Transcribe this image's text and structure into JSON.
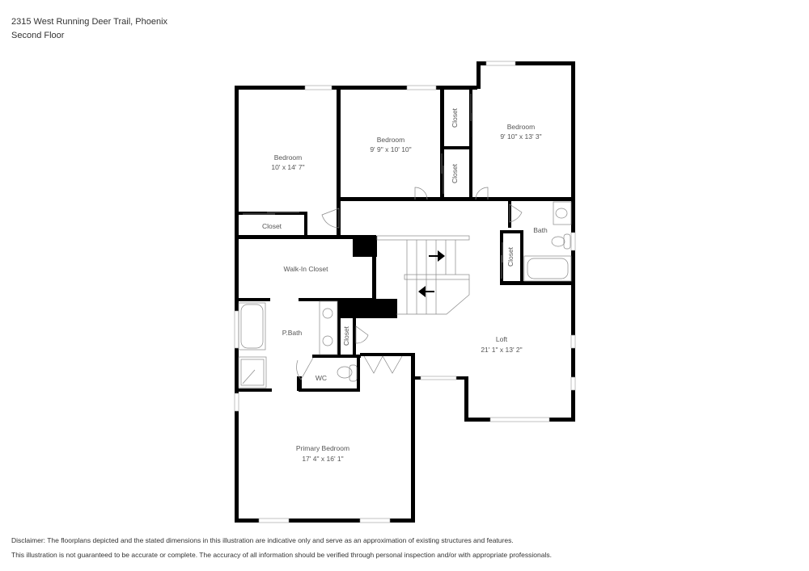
{
  "header": {
    "address": "2315 West Running Deer Trail, Phoenix",
    "floor": "Second Floor"
  },
  "rooms": [
    {
      "id": "bedroom-1",
      "name": "Bedroom",
      "dimensions": "10' x 14' 7\""
    },
    {
      "id": "bedroom-2",
      "name": "Bedroom",
      "dimensions": "9' 9\" x 10' 10\""
    },
    {
      "id": "bedroom-3",
      "name": "Bedroom",
      "dimensions": "9' 10\" x 13' 3\""
    },
    {
      "id": "closet-1",
      "name": "Closet"
    },
    {
      "id": "closet-2",
      "name": "Closet"
    },
    {
      "id": "closet-3",
      "name": "Closet"
    },
    {
      "id": "closet-4",
      "name": "Closet"
    },
    {
      "id": "closet-5",
      "name": "Closet"
    },
    {
      "id": "walk-in-closet",
      "name": "Walk-In Closet"
    },
    {
      "id": "bath",
      "name": "Bath"
    },
    {
      "id": "pbath",
      "name": "P.Bath"
    },
    {
      "id": "wc",
      "name": "WC"
    },
    {
      "id": "loft",
      "name": "Loft",
      "dimensions": "21' 1\" x 13' 2\""
    },
    {
      "id": "primary-bedroom",
      "name": "Primary Bedroom",
      "dimensions": "17' 4\" x 16' 1\""
    }
  ],
  "disclaimer": {
    "line1": "Disclaimer: The floorplans depicted and the stated dimensions in this illustration are indicative only and serve as an approximation of existing structures and features.",
    "line2": "This illustration is not guaranteed to be accurate or complete. The accuracy of all information should be verified through personal inspection and/or with appropriate professionals."
  },
  "colors": {
    "wall": "#000000",
    "window": "#ffffff",
    "fixture_line": "#888888",
    "label": "#555555"
  }
}
